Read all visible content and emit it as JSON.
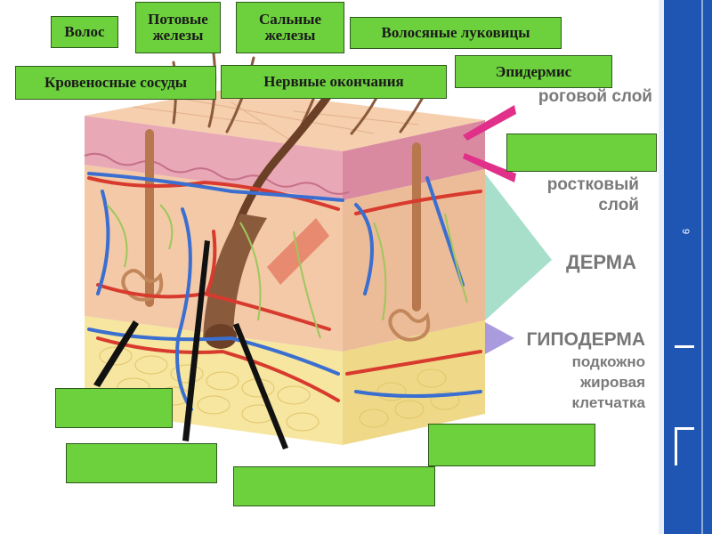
{
  "labels": {
    "hair": "Волос",
    "sweat_glands": "Потовые железы",
    "sebaceous_glands": "Сальные железы",
    "hair_bulbs": "Волосяные луковицы",
    "blood_vessels": "Кровеносные сосуды",
    "nerve_endings": "Нервные окончания",
    "epidermis": "Эпидермис"
  },
  "figure_text": {
    "stratum_corneum": "роговой слой",
    "germinal_layer_1": "ростковый",
    "germinal_layer_2": "слой",
    "dermis": "ДЕРМА",
    "hypodermis": "ГИПОДЕРМА",
    "subcutaneous_1": "подкожно",
    "subcutaneous_2": "жировая",
    "subcutaneous_3": "клетчатка"
  },
  "blank_boxes": [
    "",
    "",
    "",
    "",
    ""
  ],
  "slide": {
    "number": "9"
  },
  "colors": {
    "label_fill": "#6dd13d",
    "label_border": "#2e5a1c",
    "sidebar": "#1f56b3",
    "epidermis_pink": "#d98aa0",
    "dermis_skin": "#f3c9a8",
    "hypodermis_yellow": "#f6e6a0",
    "arrow_magenta": "#e0308a",
    "arrow_teal": "#5fc4a0",
    "arrow_lavender": "#9a8ad8",
    "artery_red": "#d83a2e",
    "vein_blue": "#3a6ed0",
    "nerve_green": "#9ec75a"
  }
}
